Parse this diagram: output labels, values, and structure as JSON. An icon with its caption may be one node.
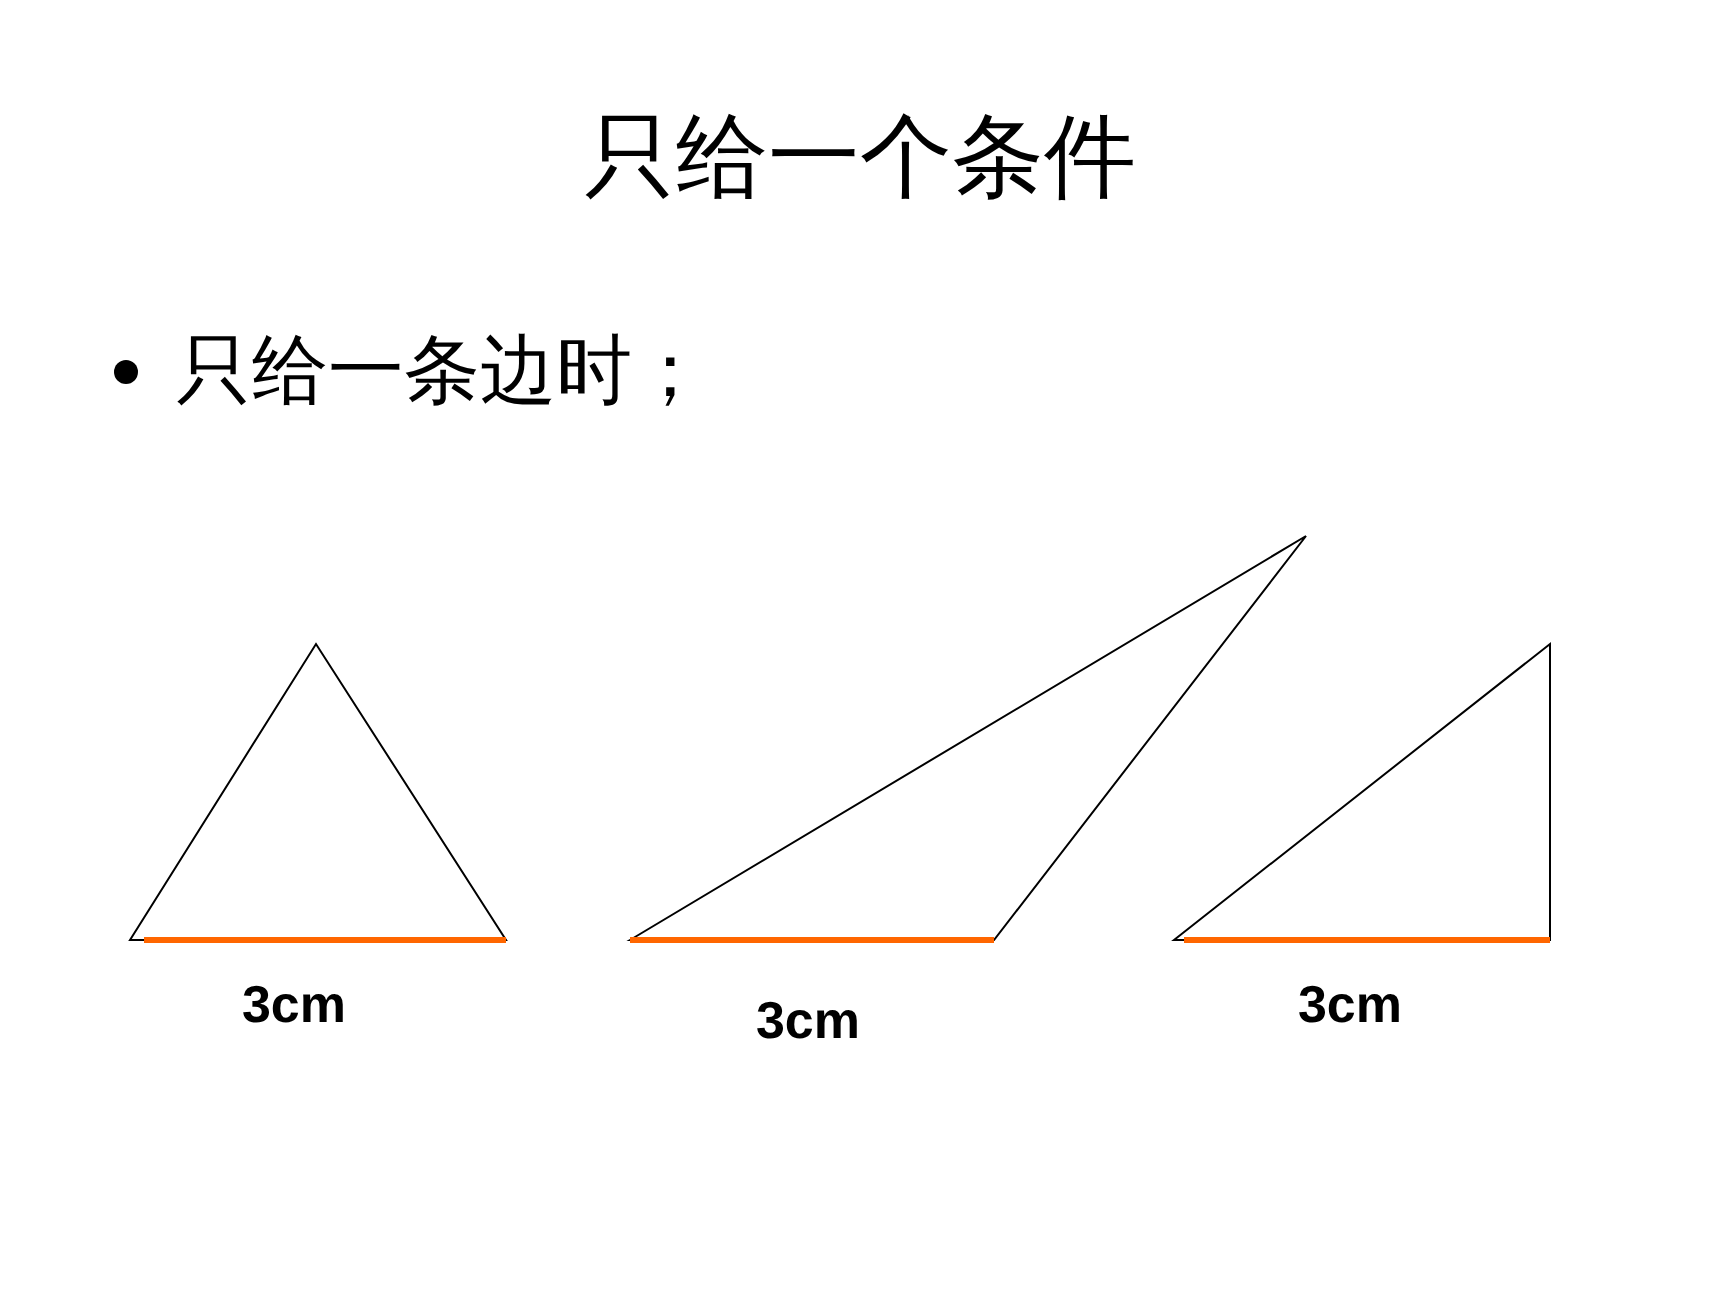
{
  "diagram": {
    "title": "只给一个条件",
    "nodes": [
      {
        "text": [],
        "shape": "triangle",
        "beside": [
          "3cm"
        ]
      },
      {
        "text": [],
        "shape": "triangle",
        "beside": [
          "3cm"
        ]
      },
      {
        "text": [],
        "shape": "triangle",
        "beside": [
          "3cm"
        ]
      }
    ],
    "labels": [
      "只给一条边时；"
    ]
  }
}
